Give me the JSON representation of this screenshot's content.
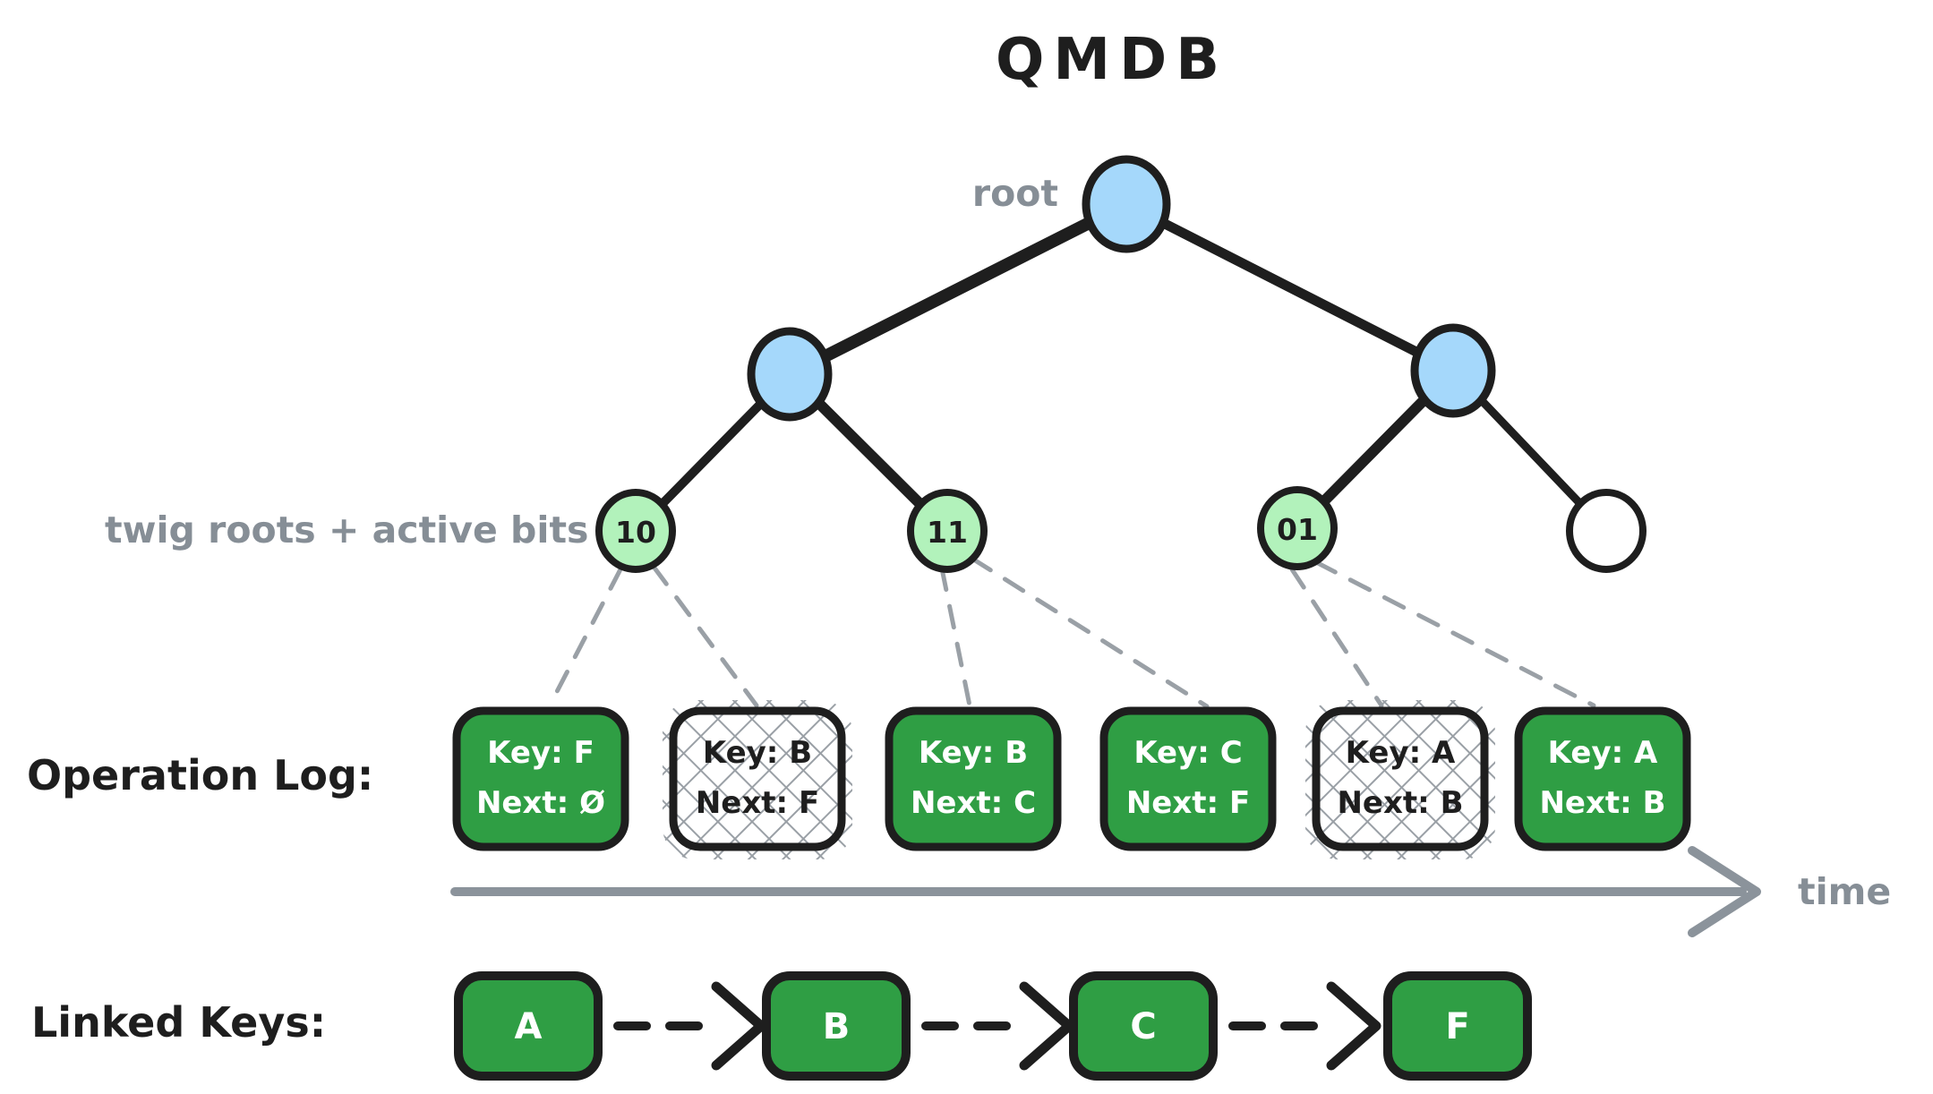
{
  "title": "QMDB",
  "colors": {
    "node_blue": "#a5d8fb",
    "twig_green": "#b2f2bb",
    "box_green": "#2f9e44",
    "ink": "#1e1e1e",
    "muted_gray": "#868e96",
    "hatch_gray": "#9aa0a6",
    "arrow_gray": "#8b939b"
  },
  "tree": {
    "root_label": "root",
    "twig_label": "twig roots + active bits",
    "twigs": [
      {
        "bits": "10",
        "active": true
      },
      {
        "bits": "11",
        "active": true
      },
      {
        "bits": "01",
        "active": true
      },
      {
        "bits": "",
        "active": false
      }
    ]
  },
  "operation_log": {
    "label": "Operation Log:",
    "entries": [
      {
        "key": "F",
        "next": "Ø",
        "key_label": "Key: F",
        "next_label": "Next: Ø",
        "stale": false
      },
      {
        "key": "B",
        "next": "F",
        "key_label": "Key: B",
        "next_label": "Next: F",
        "stale": true
      },
      {
        "key": "B",
        "next": "C",
        "key_label": "Key: B",
        "next_label": "Next: C",
        "stale": false
      },
      {
        "key": "C",
        "next": "F",
        "key_label": "Key: C",
        "next_label": "Next: F",
        "stale": false
      },
      {
        "key": "A",
        "next": "B",
        "key_label": "Key: A",
        "next_label": "Next: B",
        "stale": true
      },
      {
        "key": "A",
        "next": "B",
        "key_label": "Key: A",
        "next_label": "Next: B",
        "stale": false
      }
    ]
  },
  "timeline": {
    "label": "time"
  },
  "linked_keys": {
    "label": "Linked Keys:",
    "keys": [
      "A",
      "B",
      "C",
      "F"
    ]
  }
}
